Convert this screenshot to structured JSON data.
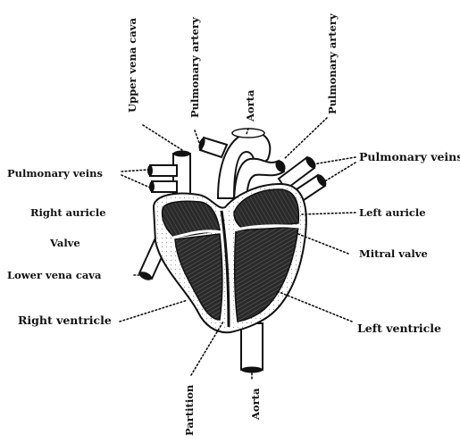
{
  "diagram": {
    "labels": {
      "upper_vena_cava": "Upper vena cava",
      "pulmonary_artery_left": "Pulmonary artery",
      "aorta_top": "Aorta",
      "pulmonary_artery_right": "Pulmonary artery",
      "pulmonary_veins_left": "Pulmonary veins",
      "pulmonary_veins_right": "Pulmonary veins",
      "right_auricle": "Right auricle",
      "left_auricle": "Left auricle",
      "valve": "Valve",
      "mitral_valve": "Mitral valve",
      "lower_vena_cava": "Lower vena cava",
      "right_ventricle": "Right ventricle",
      "left_ventricle": "Left ventricle",
      "partition": "Partition",
      "aorta_bottom": "Aorta"
    },
    "colors": {
      "ink": "#111111",
      "chamber_fill": "#2a2a2a",
      "background": "#ffffff"
    }
  }
}
